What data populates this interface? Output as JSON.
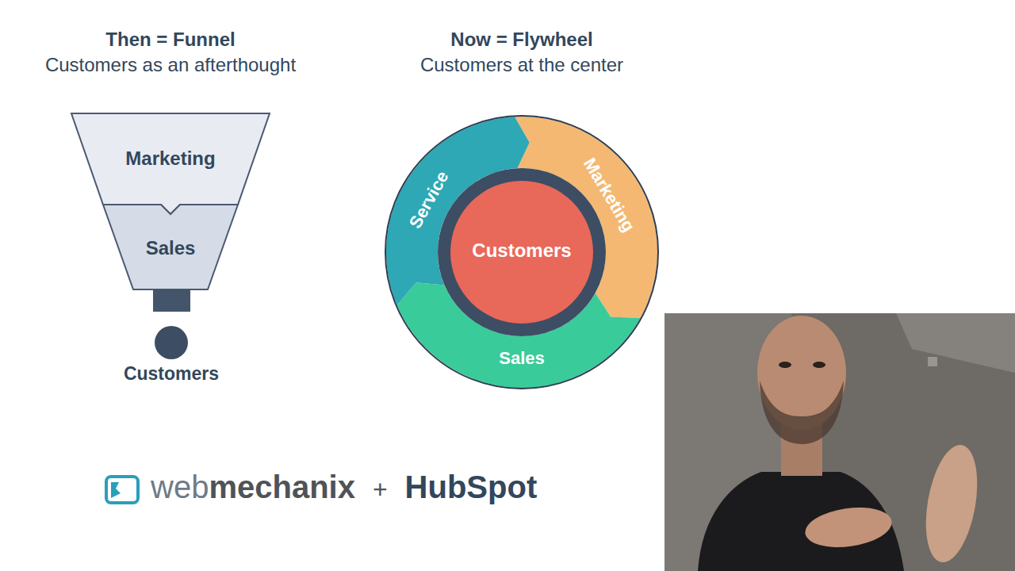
{
  "diagram": {
    "nodes": [
      {
        "text": [
          "Marketing"
        ]
      },
      {
        "text": [
          "Sales"
        ]
      },
      {
        "text": [
          "Customers"
        ]
      },
      {
        "text": [
          "Service"
        ]
      },
      {
        "text": [
          "Marketing"
        ]
      },
      {
        "text": [
          "Sales"
        ]
      },
      {
        "text": [
          "Customers"
        ]
      }
    ],
    "labels": [
      "Then = Funnel",
      "Customers as an afterthought",
      "Now = Flywheel",
      "Customers at the center",
      "web",
      "mechanix",
      "+",
      "HubSpot"
    ]
  }
}
